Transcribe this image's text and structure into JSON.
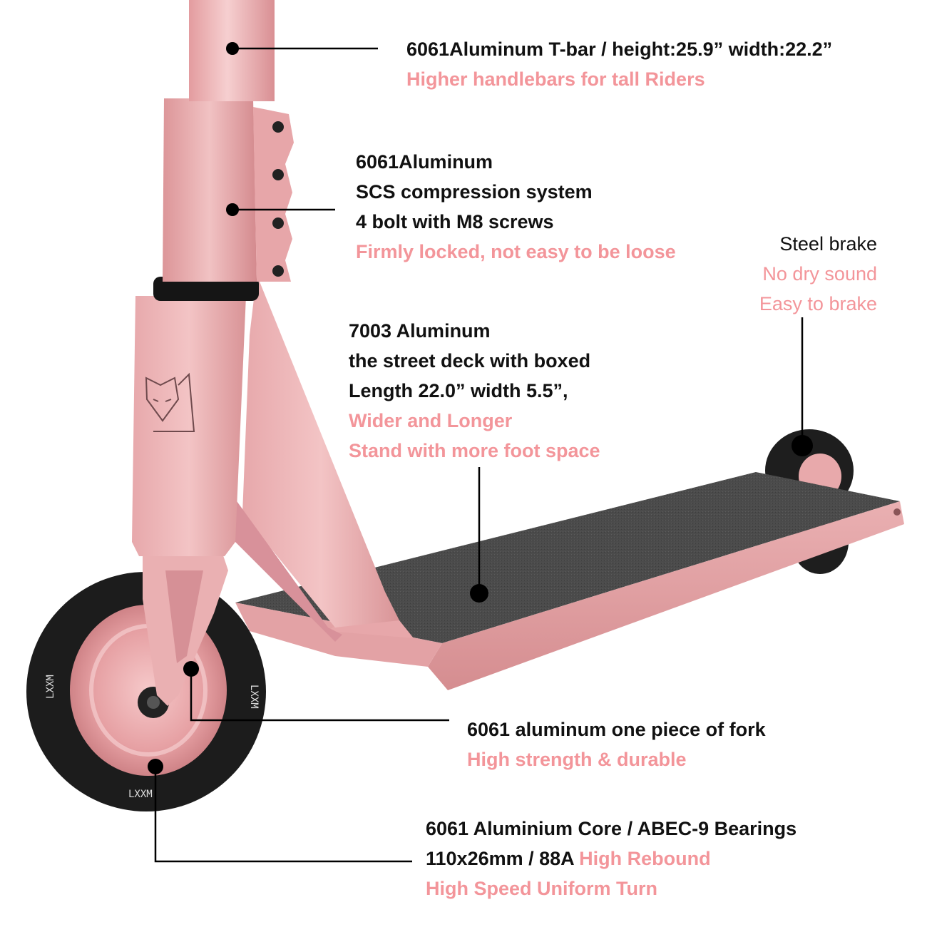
{
  "colors": {
    "label_dark": "#111111",
    "label_pink": "#f3959a",
    "scooter_pink": "#e8a9ab",
    "grip_tape": "#4a4a4a",
    "wheel": "#1c1c1c",
    "leader_line": "#000000"
  },
  "callouts": {
    "tbar": {
      "line1": "6061Aluminum T-bar / height:25.9” width:22.2”",
      "line2": "Higher handlebars for tall Riders"
    },
    "clamp": {
      "line1": "6061Aluminum",
      "line2": "SCS compression system",
      "line3": "4 bolt with M8 screws",
      "line4": "Firmly locked, not easy to be loose"
    },
    "brake": {
      "line1": "Steel brake",
      "line2": "No dry sound",
      "line3": "Easy to brake"
    },
    "deck": {
      "line1": "7003 Aluminum",
      "line2": "the street deck with boxed",
      "line3": "Length 22.0” width 5.5”,",
      "line4": "Wider and Longer",
      "line5": "Stand with more foot space"
    },
    "fork": {
      "line1": "6061 aluminum one piece of fork",
      "line2": "High strength & durable"
    },
    "wheel": {
      "line1": "6061 Aluminium Core / ABEC-9 Bearings",
      "line2a": "110x26mm / 88A",
      "line2b": "High Rebound",
      "line3": "High Speed Uniform Turn"
    }
  }
}
